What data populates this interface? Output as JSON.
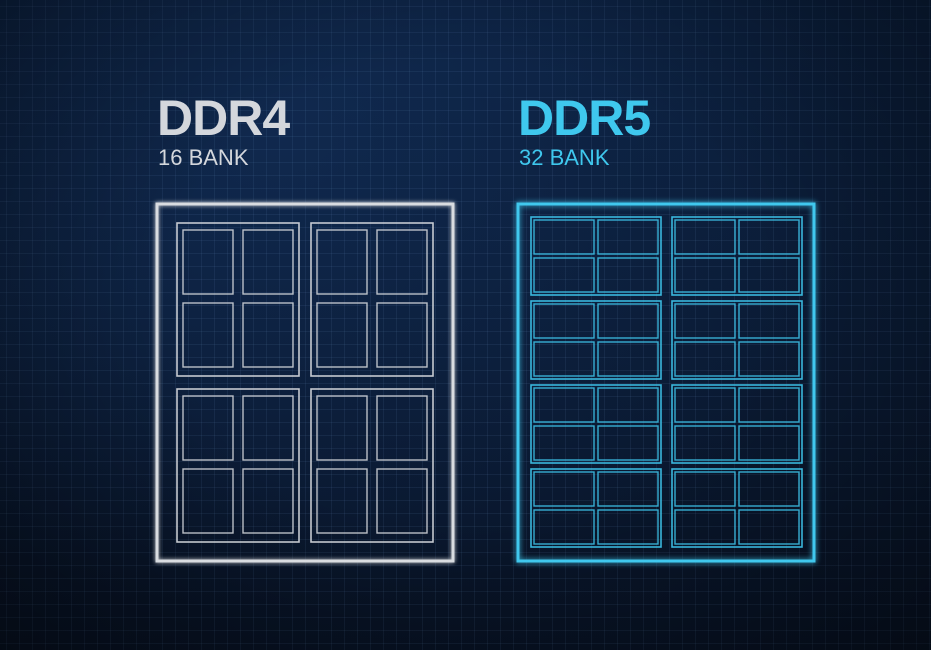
{
  "ddr4": {
    "title": "DDR4",
    "subtitle": "16 BANK",
    "color": "#d9dce0",
    "bank_groups": 4,
    "banks_per_group": 4
  },
  "ddr5": {
    "title": "DDR5",
    "subtitle": "32 BANK",
    "color": "#3fc8ee",
    "bank_groups": 8,
    "banks_per_group": 4
  }
}
